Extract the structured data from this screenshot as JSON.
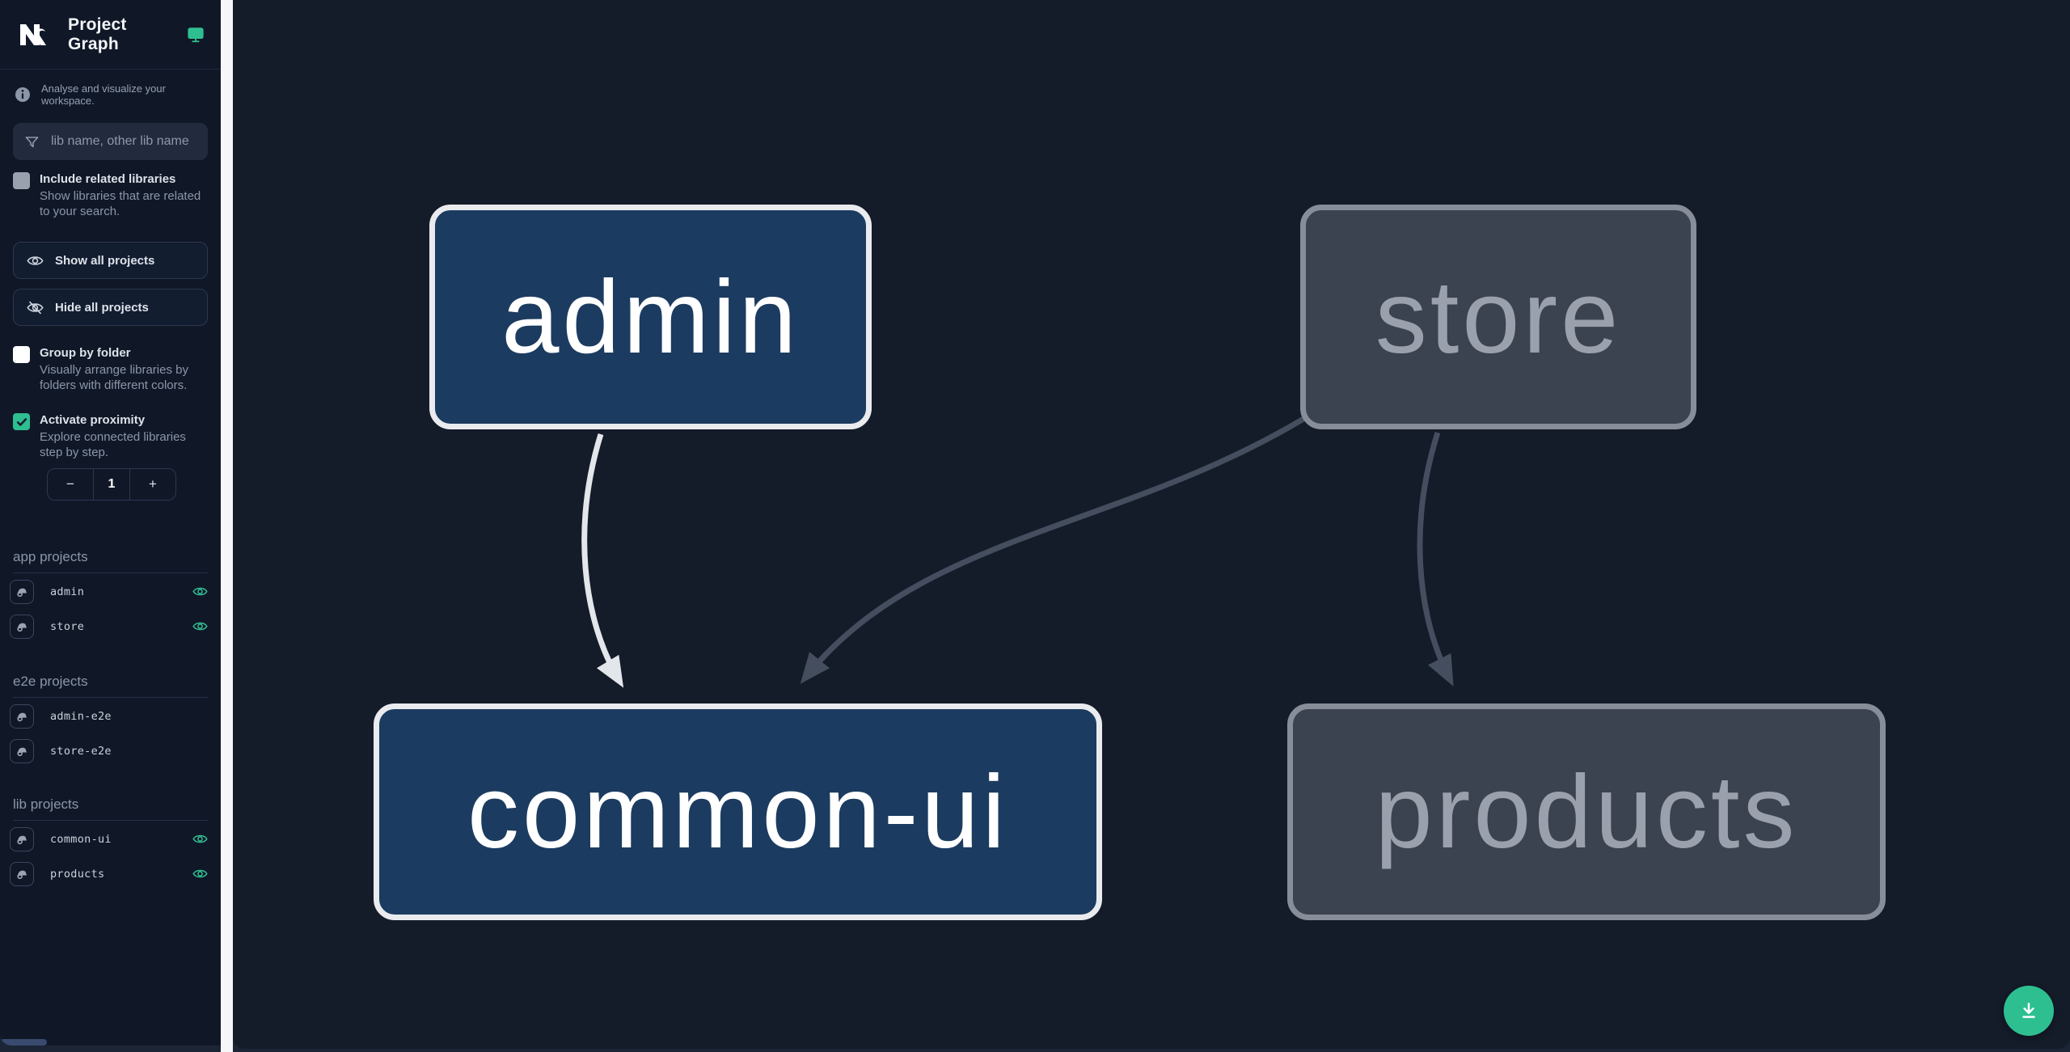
{
  "header": {
    "title": "Project Graph",
    "logo_icon": "nx-logo",
    "right_icon": "monitor-icon"
  },
  "sidebar": {
    "tagline": "Analyse and visualize your workspace.",
    "filter": {
      "placeholder": "lib name, other lib name",
      "icon": "funnel-icon",
      "value": ""
    },
    "checkboxes": [
      {
        "label": "Include related libraries",
        "description": "Show libraries that are related to your search.",
        "checked": false
      },
      {
        "label": "Group by folder",
        "description": "Visually arrange libraries by folders with different colors.",
        "checked": false
      },
      {
        "label": "Activate proximity",
        "description": "Explore connected libraries step by step.",
        "checked": true
      }
    ],
    "buttons": [
      {
        "label": "Show all projects",
        "icon": "eye-icon"
      },
      {
        "label": "Hide all projects",
        "icon": "eye-off-icon"
      }
    ],
    "proximity_stepper": {
      "decrement": "−",
      "value": "1",
      "increment": "+"
    },
    "sections": [
      {
        "title": "app projects",
        "items": [
          {
            "name": "admin",
            "visible": true
          },
          {
            "name": "store",
            "visible": true
          }
        ]
      },
      {
        "title": "e2e projects",
        "items": [
          {
            "name": "admin-e2e",
            "visible": false
          },
          {
            "name": "store-e2e",
            "visible": false
          }
        ]
      },
      {
        "title": "lib projects",
        "items": [
          {
            "name": "common-ui",
            "visible": true
          },
          {
            "name": "products",
            "visible": true
          }
        ]
      }
    ]
  },
  "graph": {
    "nodes": [
      {
        "id": "admin",
        "label": "admin",
        "state": "focused"
      },
      {
        "id": "store",
        "label": "store",
        "state": "faded"
      },
      {
        "id": "common-ui",
        "label": "common-ui",
        "state": "focused"
      },
      {
        "id": "products",
        "label": "products",
        "state": "faded"
      }
    ],
    "edges": [
      {
        "from": "admin",
        "to": "common-ui",
        "state": "focused"
      },
      {
        "from": "store",
        "to": "common-ui",
        "state": "faded"
      },
      {
        "from": "store",
        "to": "products",
        "state": "faded"
      }
    ]
  },
  "fab": {
    "icon": "download-icon"
  },
  "colors": {
    "accent_green": "#2ebf91",
    "focused_node_fill": "#1c3b60",
    "focused_node_border": "#e9ebee",
    "faded_node_fill": "#3b4250",
    "faded_node_border": "#878e99",
    "focused_edge": "#e3e6ea",
    "faded_edge": "#454e5e",
    "sidebar_bg": "#101828",
    "canvas_bg": "#141b29"
  }
}
